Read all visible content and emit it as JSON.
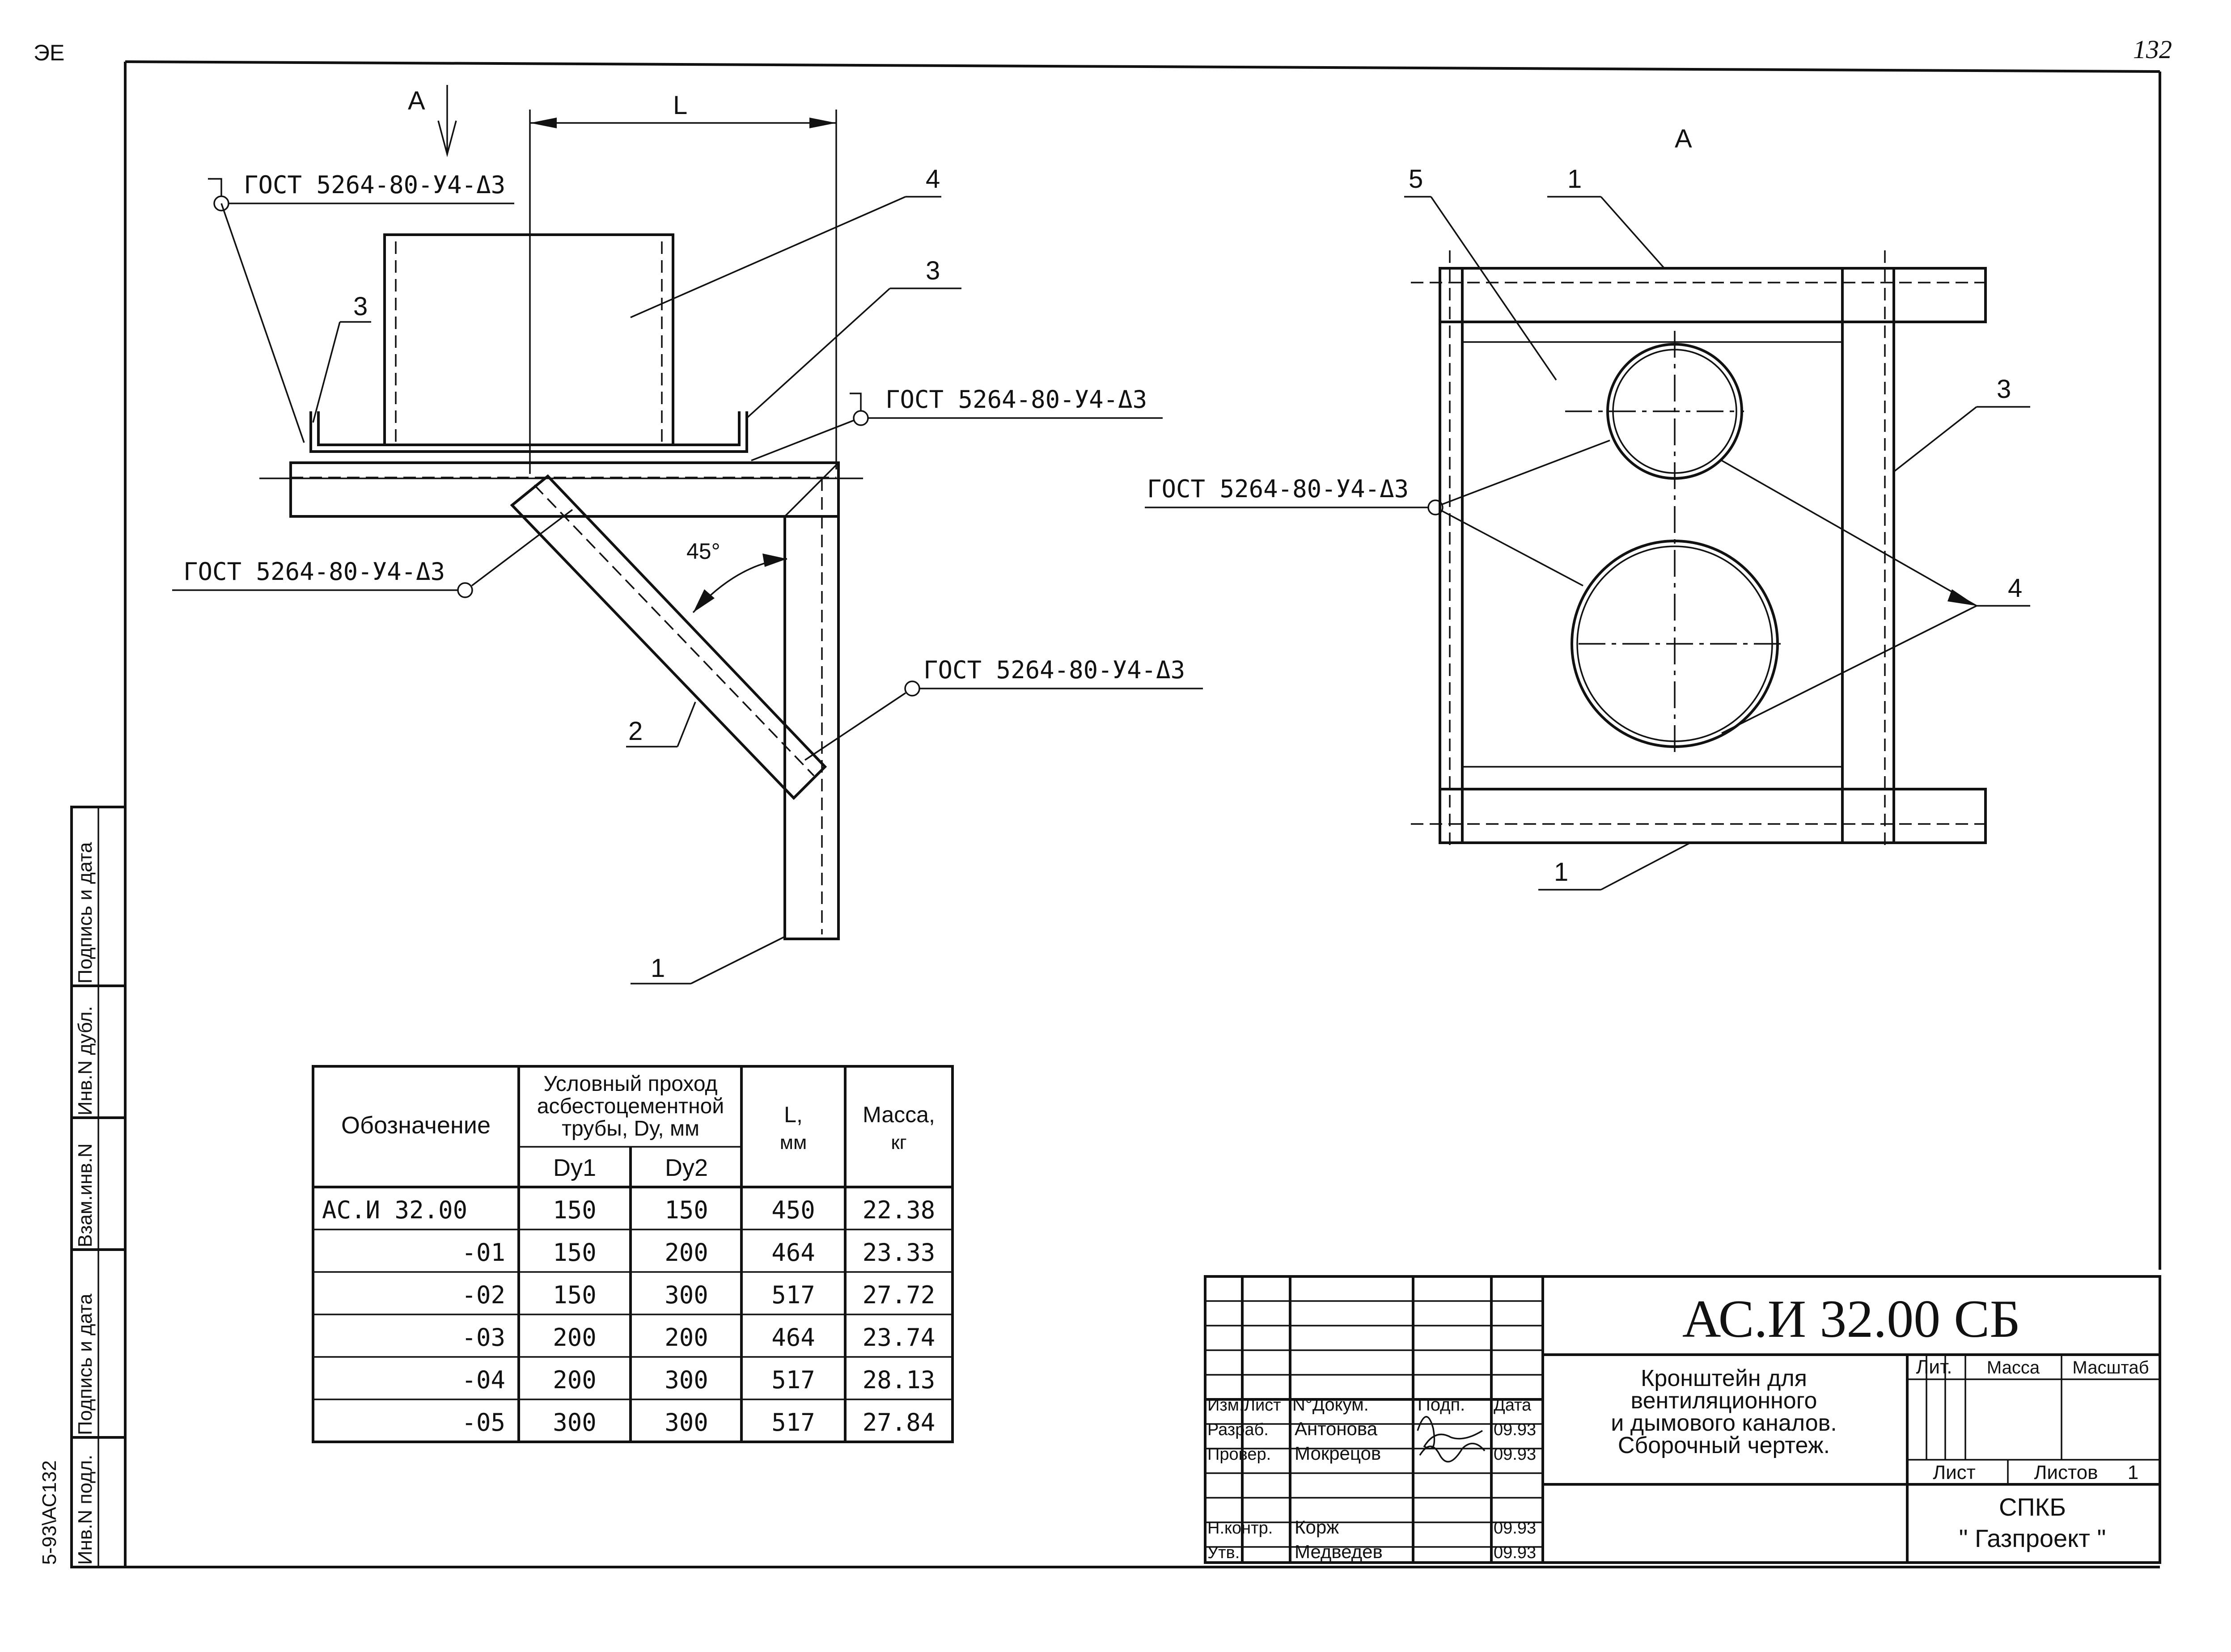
{
  "page_number": "132",
  "corner_mark": "ЭЕ",
  "view_marker": "А",
  "view_title": "А",
  "dim_label": "L",
  "angle_label": "45°",
  "gost": "ГОСТ 5264-80-У4-Δ3",
  "pos": {
    "p1": "1",
    "p2": "2",
    "p3": "3",
    "p4": "4",
    "p5": "5"
  },
  "spec_table": {
    "col_designation": "Обозначение",
    "col_passage": "Условный проход асбестоцементной трубы, Dу, мм",
    "col_dy1": "Dу1",
    "col_dy2": "Dу2",
    "col_L": "L, мм",
    "col_mass": "Масса, кг",
    "rows": [
      {
        "des": "АС.И 32.00",
        "dy1": "150",
        "dy2": "150",
        "L": "450",
        "m": "22.38"
      },
      {
        "des": "-01",
        "dy1": "150",
        "dy2": "200",
        "L": "464",
        "m": "23.33"
      },
      {
        "des": "-02",
        "dy1": "150",
        "dy2": "300",
        "L": "517",
        "m": "27.72"
      },
      {
        "des": "-03",
        "dy1": "200",
        "dy2": "200",
        "L": "464",
        "m": "23.74"
      },
      {
        "des": "-04",
        "dy1": "200",
        "dy2": "300",
        "L": "517",
        "m": "28.13"
      },
      {
        "des": "-05",
        "dy1": "300",
        "dy2": "300",
        "L": "517",
        "m": "27.84"
      }
    ]
  },
  "side_stamp": {
    "f1": "Подпись и дата",
    "f2": "Инв.N дубл.",
    "f3": "Взам.инв.N",
    "f4": "Подпись и дата",
    "f5": "Инв.N подл.",
    "archive": "5-93\\АС132"
  },
  "title_block": {
    "code": "АС.И 32.00 СБ",
    "title": "Кронштейн для вентиляционного и дымового каналов. Сборочный чертеж.",
    "title_lines": [
      "Кронштейн для",
      "вентиляционного",
      "и дымового каналов.",
      "Сборочный чертеж."
    ],
    "h_izm": "Изм.",
    "h_list": "Лист",
    "h_doc": "N°Докум.",
    "h_sign": "Подп.",
    "h_date": "Дата",
    "roles": [
      {
        "role": "Разраб.",
        "name": "Антонова",
        "date": "09.93"
      },
      {
        "role": "Провер.",
        "name": "Мокрецов",
        "date": "09.93"
      },
      {
        "role": "Н.контр.",
        "name": "Корж",
        "date": "09.93"
      },
      {
        "role": "Утв.",
        "name": "Медведев",
        "date": "09.93"
      }
    ],
    "lit": "Лит.",
    "mass": "Масса",
    "scale": "Масштаб",
    "sheet": "Лист",
    "sheets": "Листов",
    "sheets_count": "1",
    "org_line1": "СПКБ",
    "org_line2": "\" Газпроект \""
  }
}
